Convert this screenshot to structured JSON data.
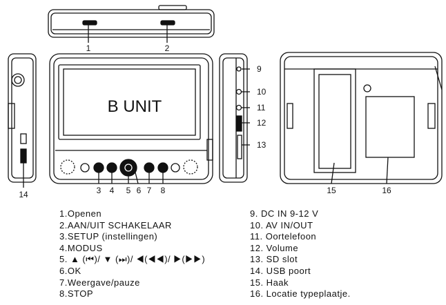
{
  "screen_label": "B UNIT",
  "callouts": {
    "c1": "1",
    "c2": "2",
    "c3": "3",
    "c4": "4",
    "c5": "5",
    "c6": "6",
    "c7": "7",
    "c8": "8",
    "c9": "9",
    "c10": "10",
    "c11": "11",
    "c12": "12",
    "c13": "13",
    "c14": "14",
    "c15": "15",
    "c16": "16"
  },
  "legend_left": [
    "1.Openen",
    "2.AAN/UIT SCHAKELAAR",
    "3.SETUP (instellingen)",
    "4.MODUS",
    "5. ▲ (⏮)/ ▼ (⏭)/ ◀(◀◀)/ ▶(▶▶)",
    "6.OK",
    "7.Weergave/pauze",
    "8.STOP"
  ],
  "legend_right": [
    "9. DC IN 9-12 V",
    "10. AV IN/OUT",
    "11. Oortelefoon",
    "12. Volume",
    "13. SD slot",
    "14. USB poort",
    "15. Haak",
    "16. Locatie typeplaatje."
  ]
}
